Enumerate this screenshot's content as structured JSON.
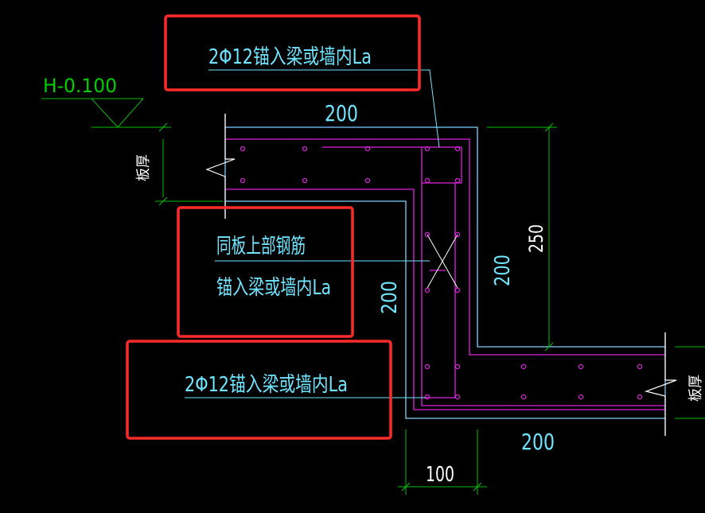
{
  "colors": {
    "background": "#000000",
    "outline": "#7fd0ff",
    "rebar": "#e020e0",
    "dimension": "#00c000",
    "text_cyan": "#6fe6ff",
    "highlight": "#ff2a2a",
    "white": "#ffffff"
  },
  "elevation": {
    "label": "H-0.100"
  },
  "callouts": {
    "top": "2Φ12锚入梁或墙内La",
    "middle_line1": "同板上部钢筋",
    "middle_line2": "锚入梁或墙内La",
    "bottom": "2Φ12锚入梁或墙内La"
  },
  "dimensions": {
    "top_width": "200",
    "right_height_outer": "250",
    "right_height_inner": "200",
    "left_height": "200",
    "bottom_width": "200",
    "bottom_step": "100"
  },
  "labels": {
    "slab_thickness_left": "板厚",
    "slab_thickness_right": "板厚"
  }
}
